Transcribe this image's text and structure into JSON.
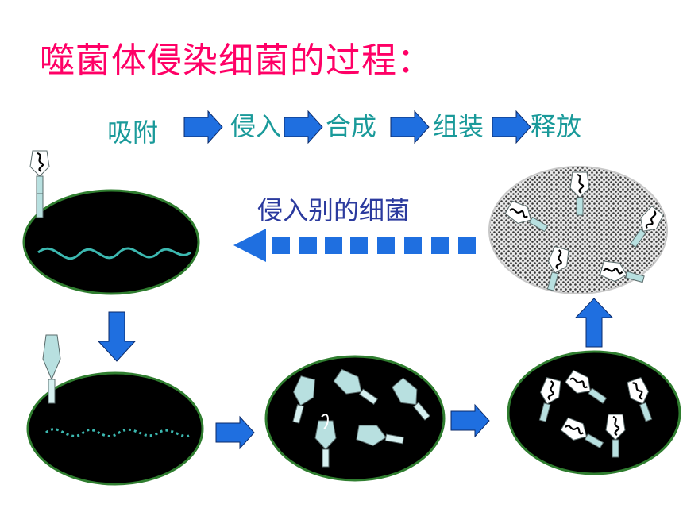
{
  "title": "噬菌体侵染细菌的过程：",
  "steps": {
    "adsorb": "吸附",
    "inject": "侵入",
    "synthesize": "合成",
    "assemble": "组装",
    "release": "释放"
  },
  "reinfect_label": "侵入别的细菌",
  "colors": {
    "title": "#ff0066",
    "step_text": "#1a9a9a",
    "label_text": "#2b3a9e",
    "arrow_blue": "#1f6fe0",
    "cell_fill": "#000000",
    "cell_border": "#2f7d2f",
    "dna": "#3cb8b0",
    "phage_body": "#b8e0e0"
  }
}
